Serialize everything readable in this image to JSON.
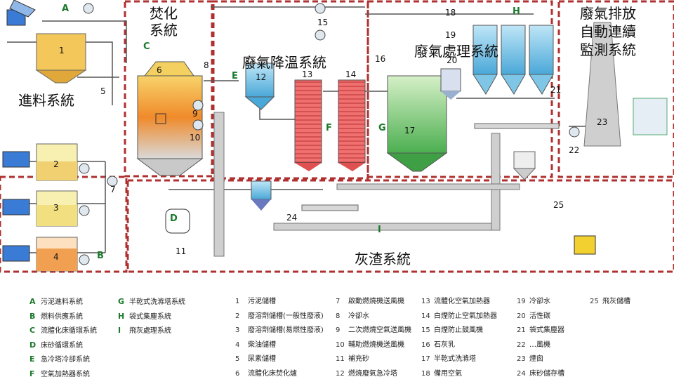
{
  "zones": {
    "incineration": "焚化\n系統",
    "cooling": "廢氣降溫系統",
    "treatment": "廢氣處理系統",
    "cems": "廢氣排放\n自動連續\n監測系統",
    "feeding": "進料系統",
    "ash": "灰渣系統"
  },
  "equipment_numbers": [
    "1",
    "2",
    "3",
    "4",
    "5",
    "6",
    "7",
    "8",
    "9",
    "10",
    "11",
    "12",
    "13",
    "14",
    "15",
    "16",
    "17",
    "18",
    "19",
    "20",
    "21",
    "22",
    "23",
    "24",
    "25"
  ],
  "section_letters": [
    "A",
    "B",
    "C",
    "D",
    "E",
    "F",
    "G",
    "H",
    "I"
  ],
  "legend": {
    "systems": [
      {
        "key": "A",
        "text": "污泥進料系統"
      },
      {
        "key": "B",
        "text": "燃料供應系統"
      },
      {
        "key": "C",
        "text": "流體化床循環系統"
      },
      {
        "key": "D",
        "text": "床砂循環系統"
      },
      {
        "key": "E",
        "text": "急冷塔冷卻系統"
      },
      {
        "key": "F",
        "text": "空氣加熱器系統"
      }
    ],
    "systems2": [
      {
        "key": "G",
        "text": "半乾式洗滌塔系統"
      },
      {
        "key": "H",
        "text": "袋式集塵系統"
      },
      {
        "key": "I",
        "text": "飛灰處理系統"
      }
    ],
    "items1": [
      {
        "n": "1",
        "text": "污泥儲槽"
      },
      {
        "n": "2",
        "text": "廢溶劑儲槽(一般性廢液)"
      },
      {
        "n": "3",
        "text": "廢溶劑儲槽(易燃性廢液)"
      },
      {
        "n": "4",
        "text": "柴油儲槽"
      },
      {
        "n": "5",
        "text": "尿素儲槽"
      },
      {
        "n": "6",
        "text": "流體化床焚化爐"
      }
    ],
    "items2": [
      {
        "n": "7",
        "text": "啟動燃燒機送風機"
      },
      {
        "n": "8",
        "text": "冷卻水"
      },
      {
        "n": "9",
        "text": "二次燃燒空氣送風機"
      },
      {
        "n": "10",
        "text": "輔助燃燒機送風機"
      },
      {
        "n": "11",
        "text": "補充砂"
      },
      {
        "n": "12",
        "text": "燃燒廢氣急冷塔"
      }
    ],
    "items3": [
      {
        "n": "13",
        "text": "流體化空氣加熱器"
      },
      {
        "n": "14",
        "text": "白煙防止空氣加熱器"
      },
      {
        "n": "15",
        "text": "白煙防止鼓風機"
      },
      {
        "n": "16",
        "text": "石灰乳"
      },
      {
        "n": "17",
        "text": "半乾式洗滌塔"
      },
      {
        "n": "18",
        "text": "備用空氣"
      }
    ],
    "items4": [
      {
        "n": "19",
        "text": "冷卻水"
      },
      {
        "n": "20",
        "text": "活性碳"
      },
      {
        "n": "21",
        "text": "袋式集塵器"
      },
      {
        "n": "22",
        "text": "…風機"
      },
      {
        "n": "23",
        "text": "煙囪"
      },
      {
        "n": "24",
        "text": "床砂儲存槽"
      }
    ],
    "items5": [
      {
        "n": "25",
        "text": "飛灰儲槽"
      }
    ]
  },
  "colors": {
    "zone_border": "#b03030",
    "label_green": "#1a7a2a",
    "pipe": "#555555",
    "hot": "#f5b23a"
  }
}
